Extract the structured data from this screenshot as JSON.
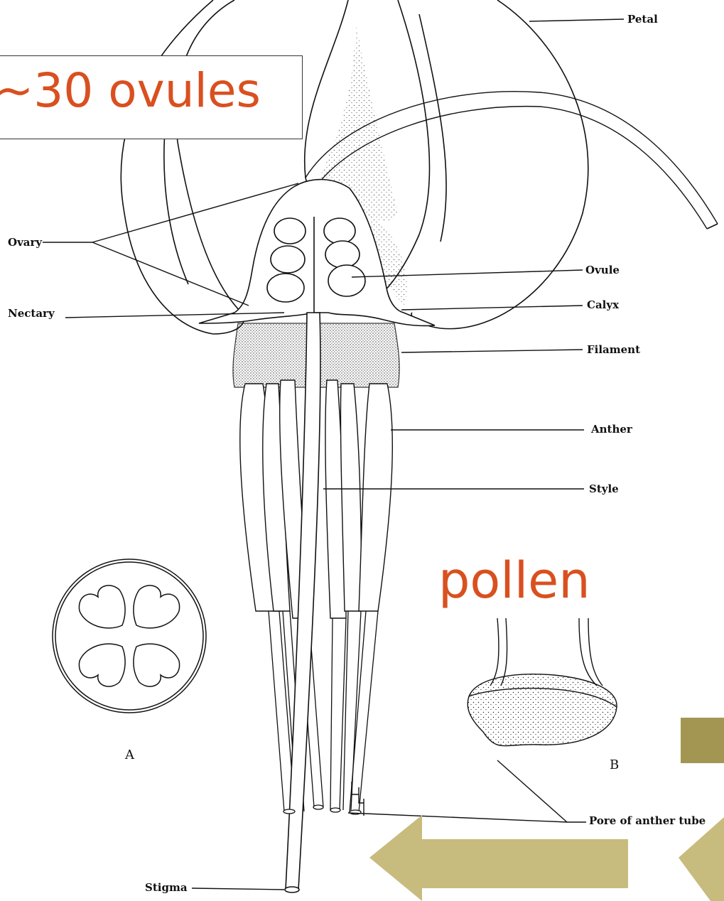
{
  "callout": {
    "text": "~30 ovules"
  },
  "pollen_label": {
    "text": "pollen"
  },
  "labels": {
    "petal": "Petal",
    "ovary": "Ovary",
    "nectary": "Nectary",
    "ovule": "Ovule",
    "calyx": "Calyx",
    "filament": "Filament",
    "anther": "Anther",
    "style": "Style",
    "stigma": "Stigma",
    "pore": "Pore of anther tube"
  },
  "panels": {
    "a": "A",
    "b": "B"
  },
  "colors": {
    "accent_text": "#d9501f",
    "arrow_fill": "#c8bb7e",
    "square_fill": "#a39653",
    "line": "#111111"
  }
}
